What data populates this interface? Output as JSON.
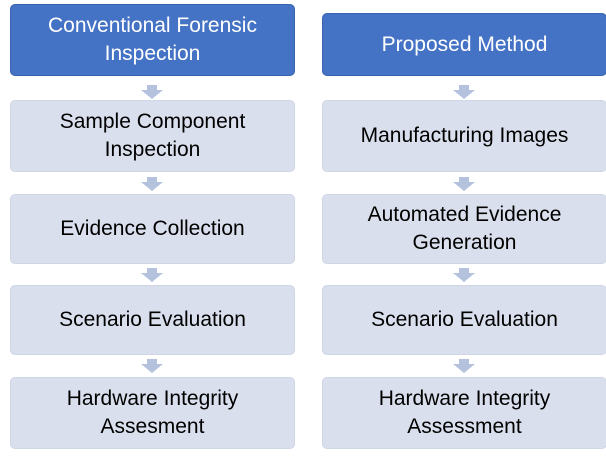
{
  "left": {
    "header": "Conventional Forensic\nInspection",
    "steps": [
      "Sample Component\nInspection",
      "Evidence Collection",
      "Scenario Evaluation",
      "Hardware Integrity\nAssesment"
    ]
  },
  "right": {
    "header": "Proposed Method",
    "steps": [
      "Manufacturing Images",
      "Automated Evidence\nGeneration",
      "Scenario Evaluation",
      "Hardware Integrity\nAssessment"
    ]
  },
  "colors": {
    "header_fill": "#4472c4",
    "step_fill": "#d9dfec",
    "arrow_fill": "#b4c2dd"
  }
}
